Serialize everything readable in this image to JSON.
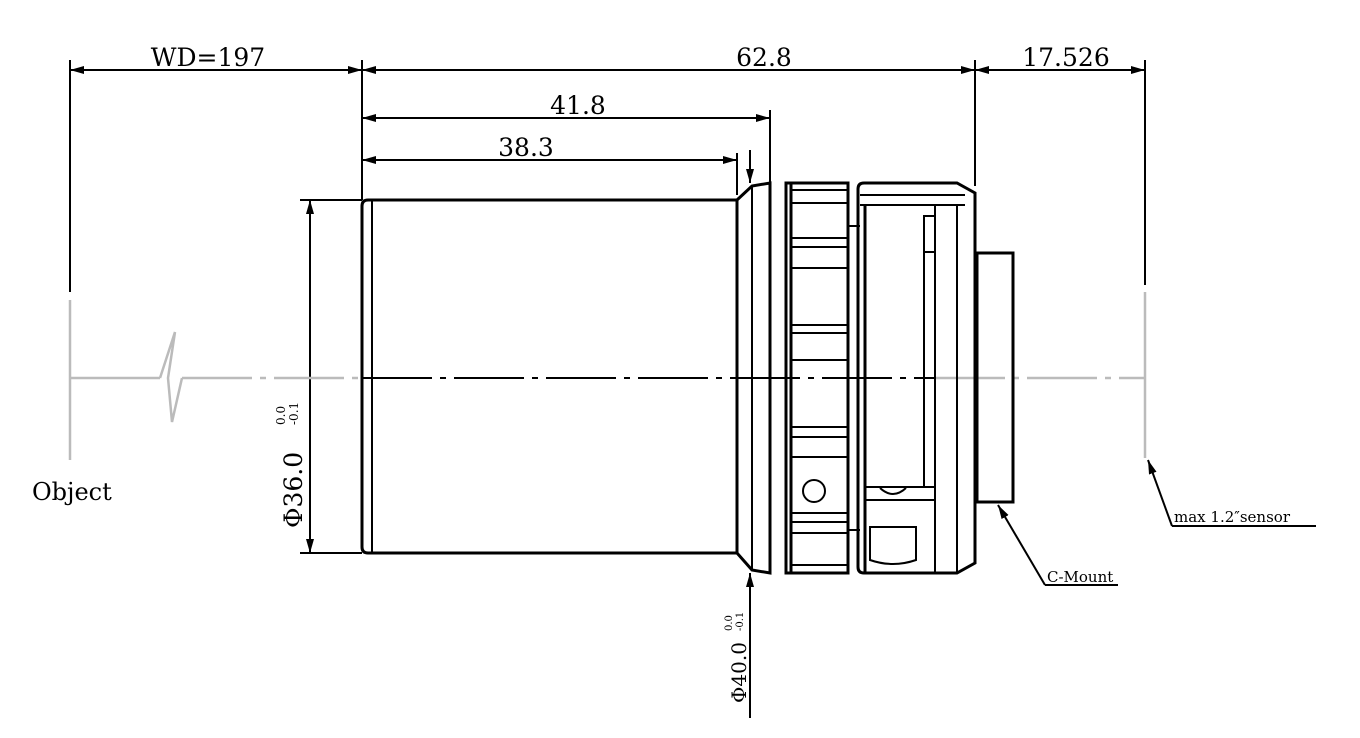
{
  "dimensions": {
    "working_distance": "WD=197",
    "overall_length": "62.8",
    "back_focal": "17.526",
    "length_to_ring": "41.8",
    "barrel_length": "38.3",
    "barrel_diameter": "Φ36.0",
    "barrel_tol_upper": "0.0",
    "barrel_tol_lower": "-0.1",
    "ring_diameter": "Φ40.0",
    "ring_tol_upper": "0.0",
    "ring_tol_lower": "-0.1"
  },
  "labels": {
    "object": "Object",
    "mount": "C-Mount",
    "sensor": "max 1.2″sensor"
  }
}
